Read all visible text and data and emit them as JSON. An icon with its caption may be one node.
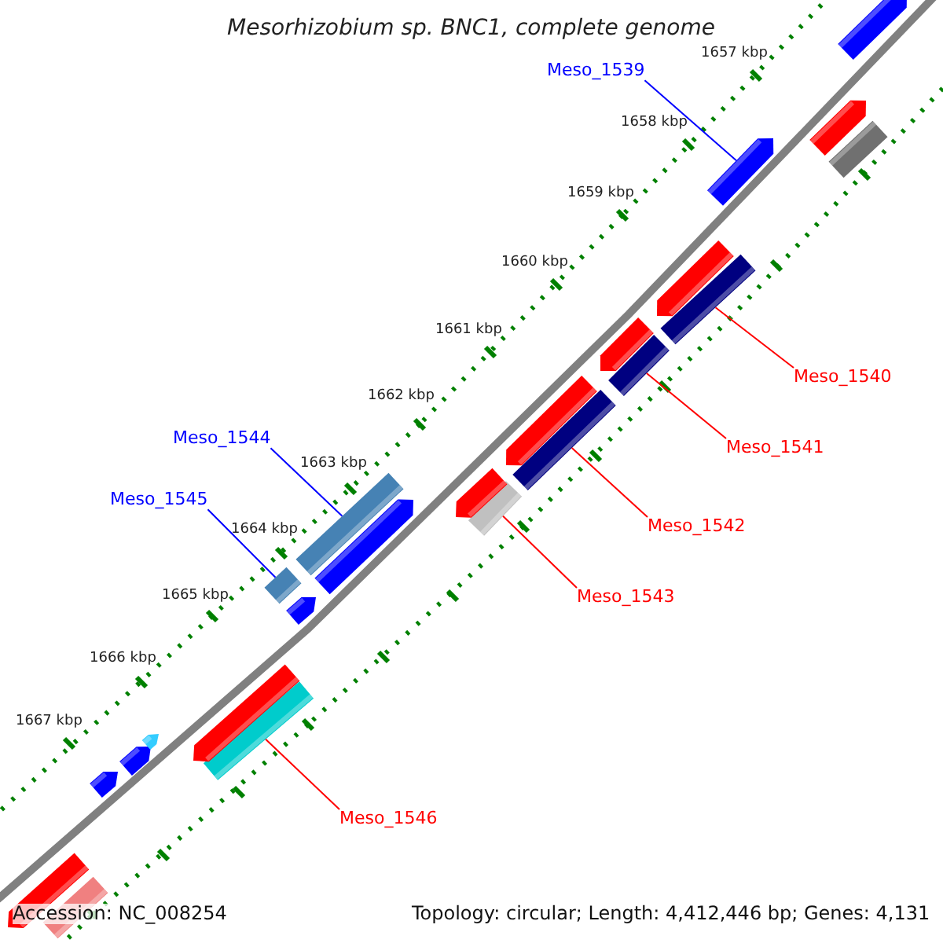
{
  "diagram": {
    "title": "Mesorhizobium sp. BNC1, complete genome",
    "nodes": [
      {
        "text": [
          "Meso_1539"
        ]
      },
      {
        "text": [
          "Meso_1540"
        ]
      },
      {
        "text": [
          "Meso_1541"
        ]
      },
      {
        "text": [
          "Meso_1542"
        ]
      },
      {
        "text": [
          "Meso_1543"
        ]
      },
      {
        "text": [
          "Meso_1544"
        ]
      },
      {
        "text": [
          "Meso_1545"
        ]
      },
      {
        "text": [
          "Meso_1546"
        ]
      },
      {
        "text": [],
        "shape": "bar"
      },
      {
        "text": [],
        "shape": "bar"
      },
      {
        "text": [],
        "shape": "bar"
      },
      {
        "text": [],
        "shape": "bar"
      },
      {
        "text": [],
        "shape": "bar"
      },
      {
        "text": [],
        "shape": "bar"
      },
      {
        "text": [],
        "shape": "bar"
      },
      {
        "text": [],
        "shape": "bar"
      },
      {
        "text": [],
        "shape": "bar"
      },
      {
        "text": [],
        "shape": "bar"
      },
      {
        "text": [],
        "shape": "bar"
      },
      {
        "text": [],
        "shape": "bar"
      },
      {
        "text": [],
        "shape": "bar"
      },
      {
        "text": [],
        "shape": "bar"
      },
      {
        "text": [],
        "shape": "bar"
      },
      {
        "text": [],
        "shape": "bar"
      },
      {
        "text": [],
        "shape": "bar"
      },
      {
        "text": [],
        "shape": "bar"
      },
      {
        "text": [],
        "shape": "bar"
      },
      {
        "text": [],
        "shape": "bar"
      },
      {
        "text": [],
        "shape": "bar"
      },
      {
        "text": [],
        "shape": "bar"
      },
      {
        "text": [],
        "shape": "bar"
      }
    ],
    "edges": [
      {
        "from": 0,
        "to": 8,
        "arrow": "none",
        "color": "#0000ff"
      },
      {
        "from": 1,
        "to": 9,
        "arrow": "none"
      },
      {
        "from": 2,
        "to": 10,
        "arrow": "none"
      },
      {
        "from": 3,
        "to": 11,
        "arrow": "none"
      },
      {
        "from": 4,
        "to": 12,
        "arrow": "none"
      },
      {
        "from": 5,
        "to": 13,
        "arrow": "none",
        "color": "#0000ff"
      },
      {
        "from": 6,
        "to": 14,
        "arrow": "none",
        "color": "#0000ff"
      },
      {
        "from": 7,
        "to": 15,
        "arrow": "none"
      }
    ],
    "labels": [
      "1657 kbp",
      "1658 kbp",
      "1659 kbp",
      "1660 kbp",
      "1661 kbp",
      "1662 kbp",
      "1663 kbp",
      "1664 kbp",
      "1665 kbp",
      "1666 kbp",
      "1667 kbp",
      "Accession: NC_008254",
      "Topology: circular; Length: 4,412,446 bp; Genes: 4,131"
    ]
  }
}
